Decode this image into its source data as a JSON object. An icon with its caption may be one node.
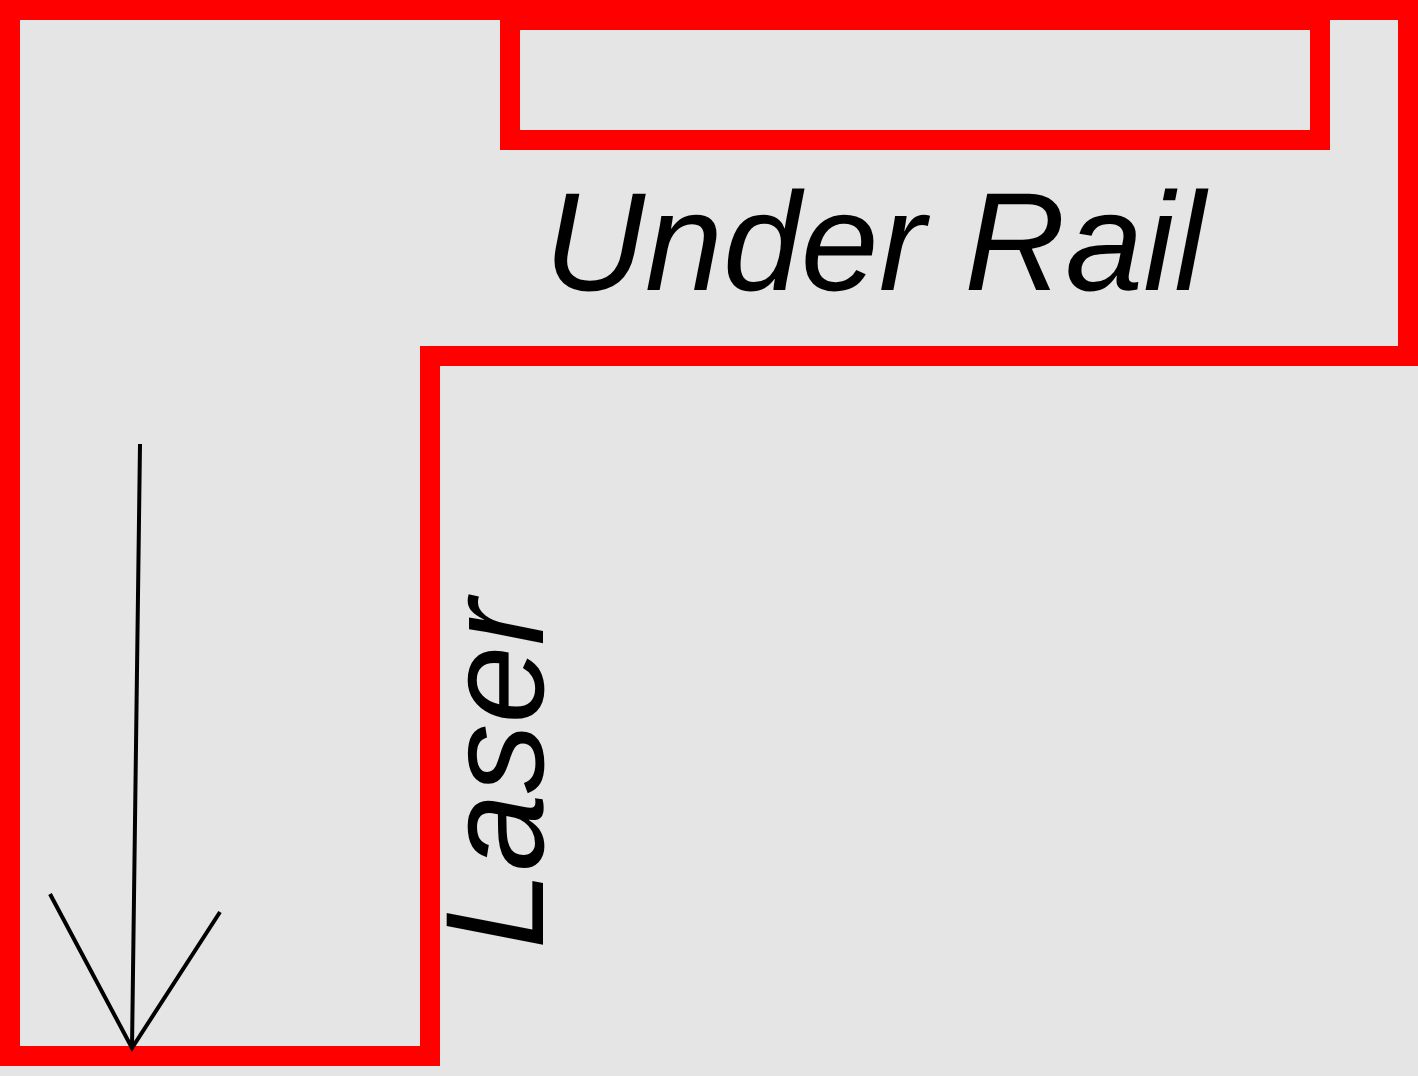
{
  "diagram": {
    "nodes": [
      {
        "text": [
          "Under Rail",
          "Laser"
        ]
      },
      {
        "text": [],
        "shape": "box",
        "in": 0
      }
    ]
  }
}
